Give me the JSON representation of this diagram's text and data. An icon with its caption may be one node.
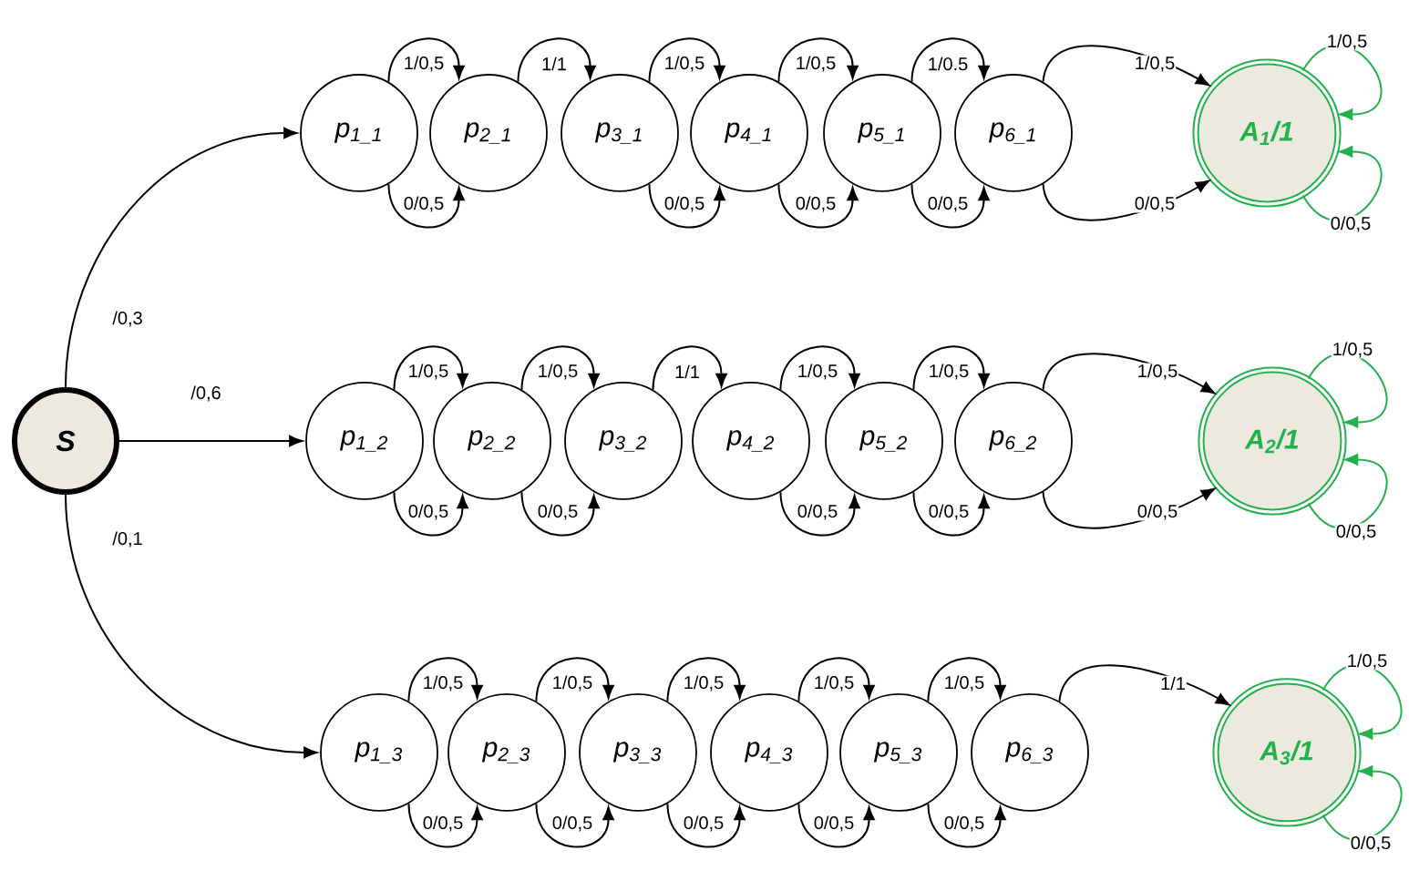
{
  "diagram": {
    "nodes": [
      {
        "text": [
          "S"
        ]
      },
      {
        "text": [
          "p$_{1_1}$"
        ]
      },
      {
        "text": [
          "p$_{2_1}$"
        ]
      },
      {
        "text": [
          "p$_{3_1}$"
        ]
      },
      {
        "text": [
          "p$_{4_1}$"
        ]
      },
      {
        "text": [
          "p$_{5_1}$"
        ]
      },
      {
        "text": [
          "p$_{6_1}$"
        ]
      },
      {
        "text": [
          "A$_{1}$/1"
        ]
      },
      {
        "text": [
          "p$_{1_2}$"
        ]
      },
      {
        "text": [
          "p$_{2_2}$"
        ]
      },
      {
        "text": [
          "p$_{3_2}$"
        ]
      },
      {
        "text": [
          "p$_{4_2}$"
        ]
      },
      {
        "text": [
          "p$_{5_2}$"
        ]
      },
      {
        "text": [
          "p$_{6_2}$"
        ]
      },
      {
        "text": [
          "A$_{2}$/1"
        ]
      },
      {
        "text": [
          "p$_{1_3}$"
        ]
      },
      {
        "text": [
          "p$_{2_3}$"
        ]
      },
      {
        "text": [
          "p$_{3_3}$"
        ]
      },
      {
        "text": [
          "p$_{4_3}$"
        ]
      },
      {
        "text": [
          "p$_{5_3}$"
        ]
      },
      {
        "text": [
          "p$_{6_3}$"
        ]
      },
      {
        "text": [
          "A$_{3}$/1"
        ]
      }
    ],
    "edges": [
      {
        "from": 0,
        "to": 1,
        "arrow": "to",
        "label": "/0,3"
      },
      {
        "from": 0,
        "to": 8,
        "arrow": "to",
        "label": "/0,6"
      },
      {
        "from": 0,
        "to": 15,
        "arrow": "to",
        "label": "/0,1"
      },
      {
        "from": 1,
        "to": 2,
        "arrow": "to",
        "label": "1/0,5"
      },
      {
        "from": 2,
        "to": 3,
        "arrow": "to",
        "label": "1/1"
      },
      {
        "from": 3,
        "to": 4,
        "arrow": "to",
        "label": "1/0,5"
      },
      {
        "from": 4,
        "to": 5,
        "arrow": "to",
        "label": "1/0,5"
      },
      {
        "from": 5,
        "to": 6,
        "arrow": "to",
        "label": "1/0.5"
      },
      {
        "from": 6,
        "to": 7,
        "arrow": "to",
        "label": "1/0,5"
      },
      {
        "from": 1,
        "to": 2,
        "arrow": "to",
        "label": "0/0,5"
      },
      {
        "from": 3,
        "to": 4,
        "arrow": "to",
        "label": "0/0,5"
      },
      {
        "from": 4,
        "to": 5,
        "arrow": "to",
        "label": "0/0,5"
      },
      {
        "from": 5,
        "to": 6,
        "arrow": "to",
        "label": "0/0,5"
      },
      {
        "from": 6,
        "to": 7,
        "arrow": "to",
        "label": "0/0,5"
      },
      {
        "from": 7,
        "to": 7,
        "arrow": "to",
        "label": "1/0,5",
        "color": "#22b14c"
      },
      {
        "from": 7,
        "to": 7,
        "arrow": "to",
        "label": "0/0,5",
        "color": "#22b14c"
      },
      {
        "from": 8,
        "to": 9,
        "arrow": "to",
        "label": "1/0,5"
      },
      {
        "from": 9,
        "to": 10,
        "arrow": "to",
        "label": "1/0,5"
      },
      {
        "from": 10,
        "to": 11,
        "arrow": "to",
        "label": "1/1"
      },
      {
        "from": 11,
        "to": 12,
        "arrow": "to",
        "label": "1/0,5"
      },
      {
        "from": 12,
        "to": 13,
        "arrow": "to",
        "label": "1/0,5"
      },
      {
        "from": 13,
        "to": 14,
        "arrow": "to",
        "label": "1/0,5"
      },
      {
        "from": 8,
        "to": 9,
        "arrow": "to",
        "label": "0/0,5"
      },
      {
        "from": 9,
        "to": 10,
        "arrow": "to",
        "label": "0/0,5"
      },
      {
        "from": 11,
        "to": 12,
        "arrow": "to",
        "label": "0/0,5"
      },
      {
        "from": 12,
        "to": 13,
        "arrow": "to",
        "label": "0/0,5"
      },
      {
        "from": 13,
        "to": 14,
        "arrow": "to",
        "label": "0/0,5"
      },
      {
        "from": 14,
        "to": 14,
        "arrow": "to",
        "label": "1/0,5",
        "color": "#22b14c"
      },
      {
        "from": 14,
        "to": 14,
        "arrow": "to",
        "label": "0/0,5",
        "color": "#22b14c"
      },
      {
        "from": 15,
        "to": 16,
        "arrow": "to",
        "label": "1/0,5"
      },
      {
        "from": 16,
        "to": 17,
        "arrow": "to",
        "label": "1/0,5"
      },
      {
        "from": 17,
        "to": 18,
        "arrow": "to",
        "label": "1/0,5"
      },
      {
        "from": 18,
        "to": 19,
        "arrow": "to",
        "label": "1/0,5"
      },
      {
        "from": 19,
        "to": 20,
        "arrow": "to",
        "label": "1/0,5"
      },
      {
        "from": 20,
        "to": 21,
        "arrow": "to",
        "label": "1/1"
      },
      {
        "from": 15,
        "to": 16,
        "arrow": "to",
        "label": "0/0,5"
      },
      {
        "from": 16,
        "to": 17,
        "arrow": "to",
        "label": "0/0,5"
      },
      {
        "from": 17,
        "to": 18,
        "arrow": "to",
        "label": "0/0,5"
      },
      {
        "from": 18,
        "to": 19,
        "arrow": "to",
        "label": "0/0,5"
      },
      {
        "from": 19,
        "to": 20,
        "arrow": "to",
        "label": "0/0,5"
      },
      {
        "from": 21,
        "to": 21,
        "arrow": "to",
        "label": "1/0,5",
        "color": "#22b14c"
      },
      {
        "from": 21,
        "to": 21,
        "arrow": "to",
        "label": "0/0,5",
        "color": "#22b14c"
      }
    ]
  }
}
